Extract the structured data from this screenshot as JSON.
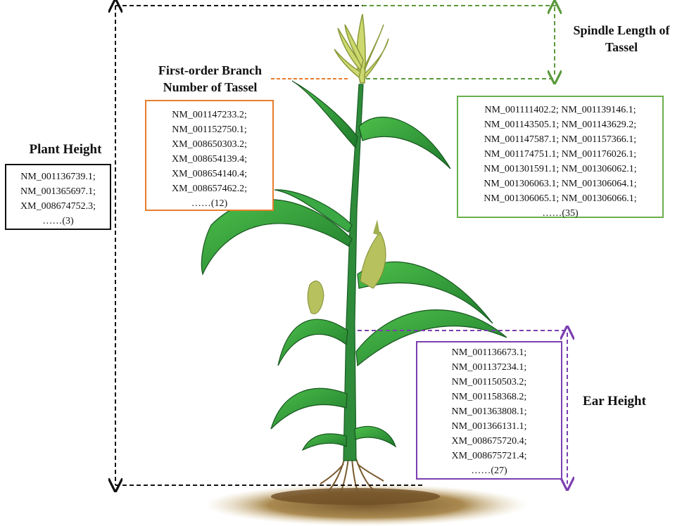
{
  "labels": {
    "plant_height": "Plant Height",
    "branch_line1": "First-order Branch",
    "branch_line2": "Number of Tassel",
    "spindle_line1": "Spindle Length of",
    "spindle_line2": "Tassel",
    "ear_height": "Ear Height"
  },
  "boxes": {
    "plant_height": [
      "NM_001136739.1;",
      "NM_001365697.1;",
      "XM_008674752.3;",
      "……(3)"
    ],
    "branch_number": [
      "NM_001147233.2;",
      "NM_001152750.1;",
      "XM_008650303.2;",
      "XM_008654139.4;",
      "XM_008654140.4;",
      "XM_008657462.2;",
      "……(12)"
    ],
    "spindle_length": [
      "NM_001111402.2; NM_001139146.1;",
      "NM_001143505.1; NM_001143629.2;",
      "NM_001147587.1; NM_001157366.1;",
      "NM_001174751.1; NM_001176026.1;",
      "NM_001301591.1; NM_001306062.1;",
      "NM_001306063.1; NM_001306064.1;",
      "NM_001306065.1; NM_001306066.1;",
      "……(35)"
    ],
    "ear_height": [
      "NM_001136673.1;",
      "NM_001137234.1;",
      "NM_001150503.2;",
      "NM_001158368.2;",
      "NM_001363808.1;",
      "NM_001366131.1;",
      "XM_008675720.4;",
      "XM_008675721.4;",
      "……(27)"
    ]
  },
  "colors": {
    "plant_height": "#111111",
    "branch_number": "#e87d2e",
    "spindle_length": "#5a9a3c",
    "ear_height": "#7b3fb0",
    "leaf": "#2f9e3a",
    "leaf_dark": "#1d6e27",
    "tassel": "#c9d66a",
    "soil": "#8a6a3a"
  }
}
